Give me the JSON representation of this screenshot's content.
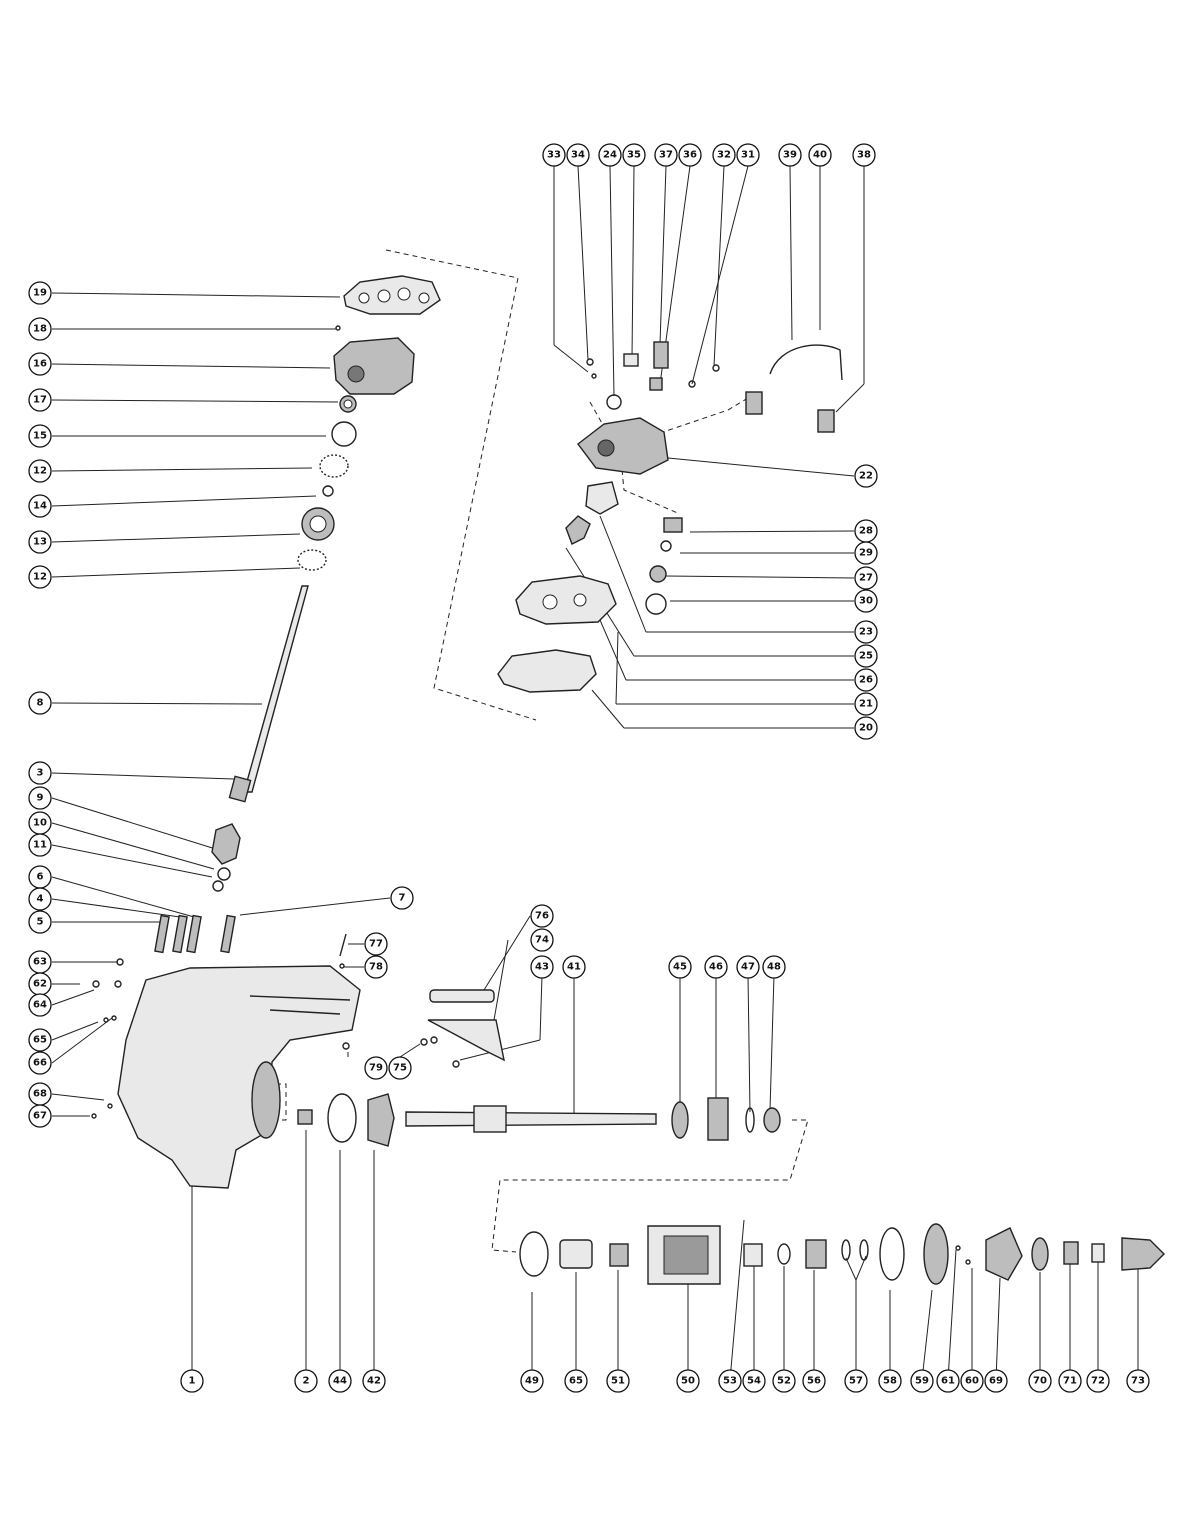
{
  "diagram": {
    "callouts_left": [
      "19",
      "18",
      "16",
      "17",
      "15",
      "12",
      "14",
      "13",
      "12",
      "8",
      "3",
      "9",
      "10",
      "11",
      "6",
      "4",
      "5",
      "7",
      "63",
      "62",
      "64",
      "65",
      "66",
      "68",
      "67"
    ],
    "callouts_top": [
      "33",
      "34",
      "24",
      "35",
      "37",
      "36",
      "32",
      "31",
      "39",
      "40",
      "38"
    ],
    "callouts_right": [
      "22",
      "28",
      "29",
      "27",
      "30",
      "23",
      "25",
      "26",
      "21",
      "20"
    ],
    "callouts_mid": [
      "77",
      "78",
      "76",
      "74",
      "43",
      "41",
      "45",
      "46",
      "47",
      "48",
      "79",
      "75"
    ],
    "callouts_bottom": [
      "1",
      "2",
      "44",
      "42",
      "49",
      "65",
      "51",
      "50",
      "53",
      "54",
      "52",
      "56",
      "57",
      "58",
      "59",
      "61",
      "60",
      "69",
      "70",
      "71",
      "72",
      "73"
    ]
  }
}
